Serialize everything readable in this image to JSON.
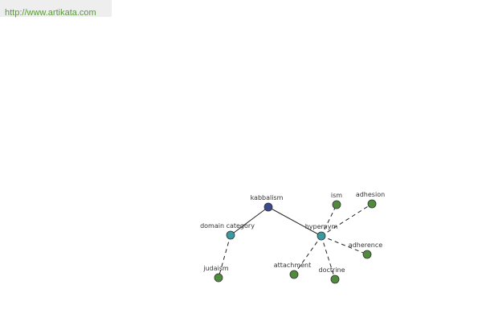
{
  "header": {
    "url": "http://www.artikata.com"
  },
  "colors": {
    "root_node": "#3b4a8c",
    "relation_node": "#3a9aa0",
    "leaf_node": "#4f8a3d",
    "node_stroke": "#333333",
    "solid_edge": "#222222",
    "dashed_edge": "#222222",
    "url_text": "#5a9a3a",
    "url_bar": "#eeeeee"
  },
  "graph": {
    "root": {
      "id": "kabbalism",
      "label": "kabbalism"
    },
    "relations": [
      {
        "id": "domain-category",
        "label": "domain category"
      },
      {
        "id": "hypernym",
        "label": "hypernym"
      }
    ],
    "leaves": [
      {
        "id": "judaism",
        "label": "judaism",
        "parent": "domain-category"
      },
      {
        "id": "ism",
        "label": "ism",
        "parent": "hypernym"
      },
      {
        "id": "adhesion",
        "label": "adhesion",
        "parent": "hypernym"
      },
      {
        "id": "adherence",
        "label": "adherence",
        "parent": "hypernym"
      },
      {
        "id": "attachment",
        "label": "attachment",
        "parent": "hypernym"
      },
      {
        "id": "doctrine",
        "label": "doctrine",
        "parent": "hypernym"
      }
    ]
  }
}
